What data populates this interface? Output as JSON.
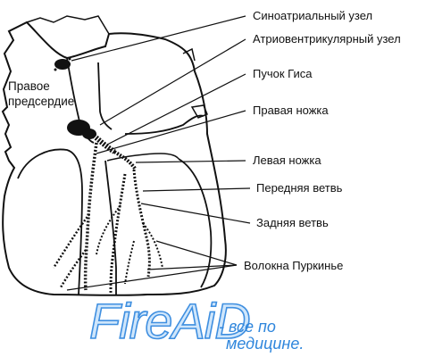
{
  "labels": {
    "sa_node": "Синоатриальный узел",
    "av_node": "Атриовентрикулярный узел",
    "his_bundle": "Пучок Гиса",
    "right_branch": "Правая ножка",
    "left_branch": "Левая ножка",
    "anterior_branch": "Передняя ветвь",
    "posterior_branch": "Задняя ветвь",
    "purkinje": "Волокна Пуркинье",
    "right_atrium_line1": "Правое",
    "right_atrium_line2": "предсердие"
  },
  "watermark": {
    "logo": "FireAiD",
    "tagline_line1": "- все по",
    "tagline_line2": "медицине."
  }
}
